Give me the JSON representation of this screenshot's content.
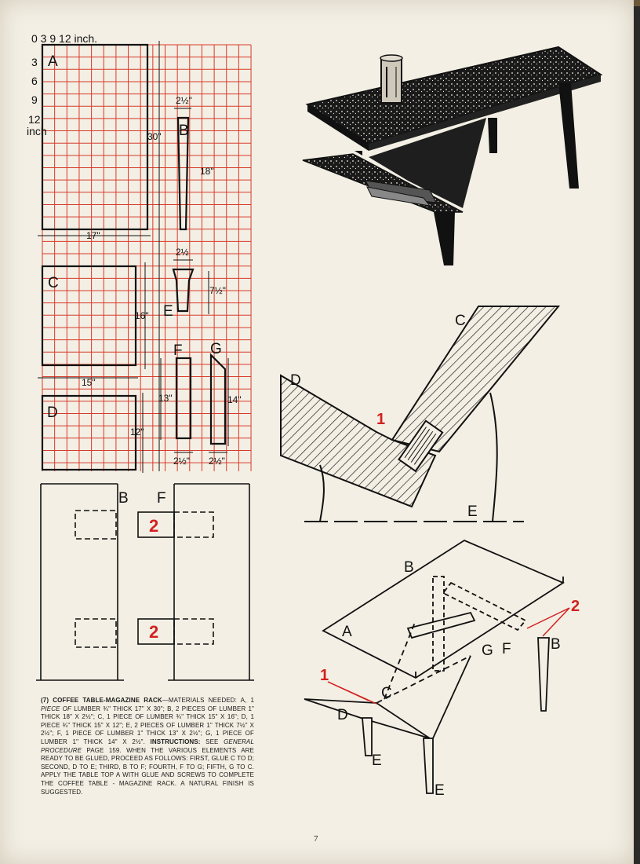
{
  "scale": {
    "header": "0   3   9  12 inch.",
    "rows": [
      "3",
      "6",
      "9",
      "12",
      "inch"
    ]
  },
  "parts": {
    "A": "A",
    "B": "B",
    "C": "C",
    "D": "D",
    "E": "E",
    "F": "F",
    "G": "G"
  },
  "dimensions": {
    "a_height": "30\"",
    "a_width": "17\"",
    "b_width": "2½\"",
    "b_height": "18\"",
    "c_height": "16\"",
    "c_width": "15\"",
    "e_width": "2½",
    "e_height": "7½\"",
    "d_height": "12\"",
    "f_height": "13\"",
    "g_height": "14\"",
    "f_width": "2½\"",
    "g_width": "2½\""
  },
  "callouts": {
    "one": "1",
    "two": "2"
  },
  "caption": {
    "number": "(7)",
    "title": "COFFEE TABLE-MAGAZINE RACK",
    "materials_intro": "—MATERIALS NEEDED: A, 1",
    "materials_italic": "PIECE OF",
    "materials_rest": "LUMBER ¾\" THICK 17\" x 30\"; B, 2 PIECES OF LUMBER 1\" THICK 18\" x 2½\"; C, 1 PIECE OF LUMBER ¾\" THICK 15\" x 16\"; D, 1 PIECE ¾\" THICK 15\" x 12\"; E, 2 PIECES OF LUMBER 1\" THICK 7½\" x 2½\"; F, 1 PIECE OF LUMBER 1\" THICK 13\" x 2½\"; G, 1 PIECE OF LUMBER 1\" THICK 14\" x 2½\".",
    "instructions_label": "INSTRUCTIONS:",
    "instructions_see": "SEE",
    "instructions_italic": "GENERAL PROCEDURE",
    "instructions_rest": "PAGE 159. WHEN THE VARIOUS ELEMENTS ARE READY TO BE GLUED, PROCEED AS FOLLOWS: FIRST, GLUE C TO D; SECOND, D TO E; THIRD, B TO F; FOURTH, F TO G; FIFTH, G TO C. APPLY THE TABLE TOP A WITH GLUE AND SCREWS TO COMPLETE THE COFFEE TABLE - MAGAZINE RACK. A NATURAL FINISH IS SUGGESTED."
  },
  "page_number": "7",
  "colors": {
    "grid": "#d83a2a",
    "ink": "#111111",
    "callout": "#d42020",
    "paper": "#f3efe4"
  }
}
